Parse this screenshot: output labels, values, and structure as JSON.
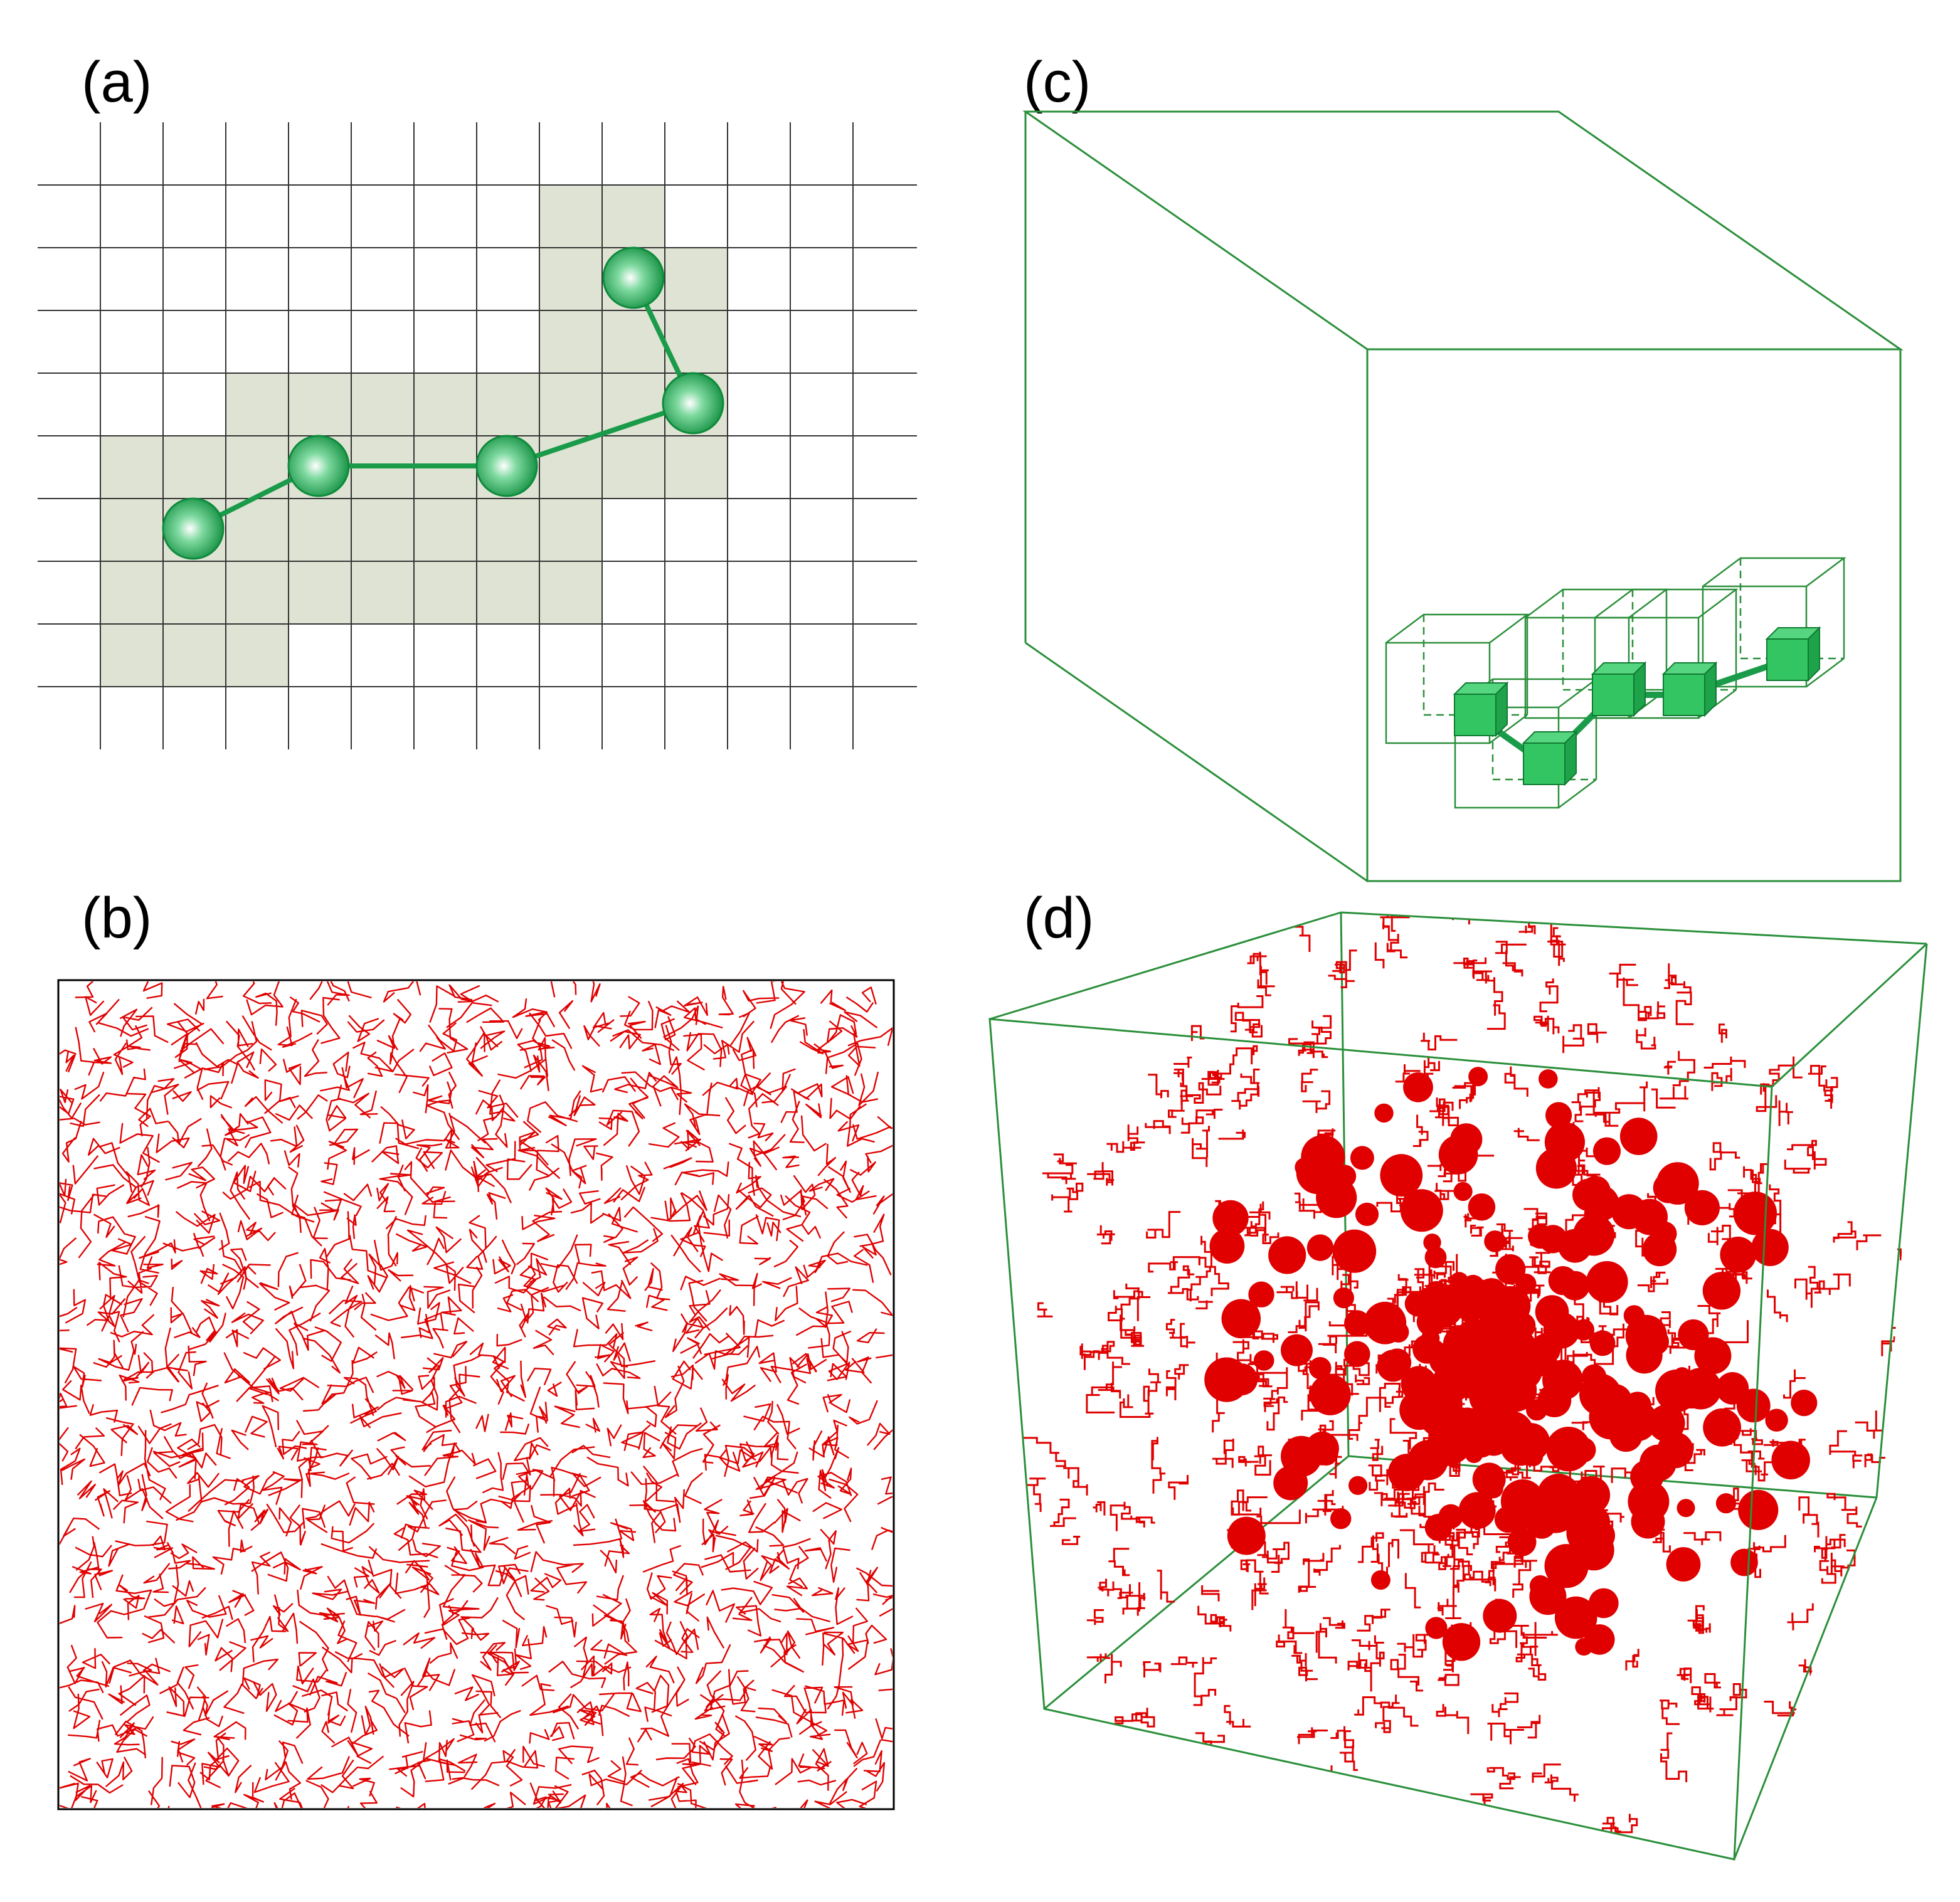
{
  "figure": {
    "panels": [
      {
        "id": "a",
        "label": "(a)"
      },
      {
        "id": "b",
        "label": "(b)"
      },
      {
        "id": "c",
        "label": "(c)"
      },
      {
        "id": "d",
        "label": "(d)"
      }
    ]
  },
  "colors": {
    "background": "#ffffff",
    "grid_line": "#333333",
    "occupied_cell": "#dfe3d3",
    "chain_green": "#1a9b4a",
    "bead_dark": "#0e8a3c",
    "bead_light": "#ffffff",
    "box_green": "#2a8f3a",
    "cube_fill": "#33c561",
    "random_walk_red": "#e00000",
    "frame_black": "#000000"
  },
  "panel_a": {
    "description_type": "2D lattice chain with 5 beads on square grid",
    "beads": 5
  },
  "panel_b": {
    "description_type": "dense 2D lattice of short red polymer chains in square box"
  },
  "panel_c": {
    "description_type": "3D simulation box with 5 cubic monomers and neighbor cells"
  },
  "panel_d": {
    "description_type": "3D simulation cube filled with red polymer chains"
  }
}
